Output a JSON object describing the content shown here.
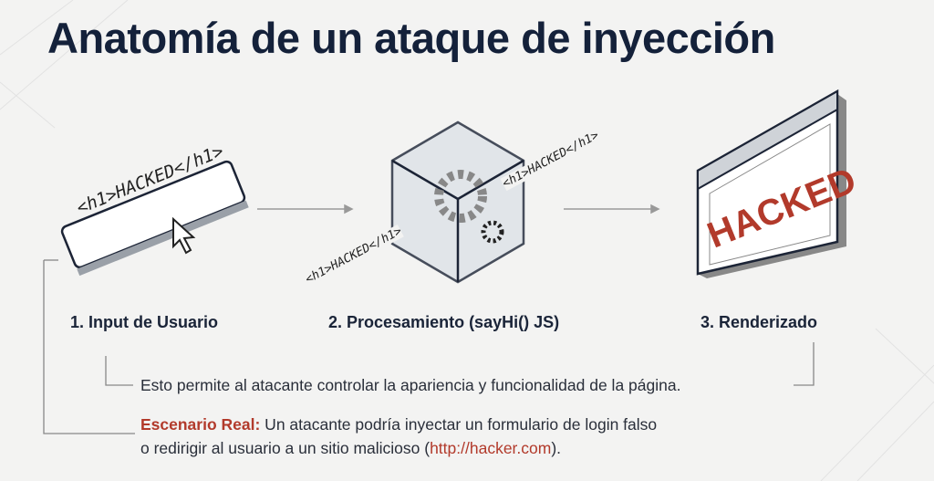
{
  "title": "Anatomía de un ataque de inyección",
  "steps": [
    {
      "label": "1. Input de Usuario",
      "code": "<h1>HACKED</h1>"
    },
    {
      "label": "2. Procesamiento (sayHi() JS)",
      "code_in": "<h1>HACKED</h1>",
      "code_out": "<h1>HACKED</h1>"
    },
    {
      "label": "3. Renderizado",
      "screen_text": "HACKED"
    }
  ],
  "explanation": "Esto permite al atacante controlar la apariencia y funcionalidad de la página.",
  "scenario": {
    "label": "Escenario Real:",
    "line1": " Un atacante podría inyectar un formulario de login falso",
    "line2_pre": "o redirigir al usuario a un sitio malicioso (",
    "link": "http://hacker.com",
    "line2_post": ")."
  },
  "colors": {
    "title": "#14213a",
    "accent_red": "#b23a2b"
  }
}
